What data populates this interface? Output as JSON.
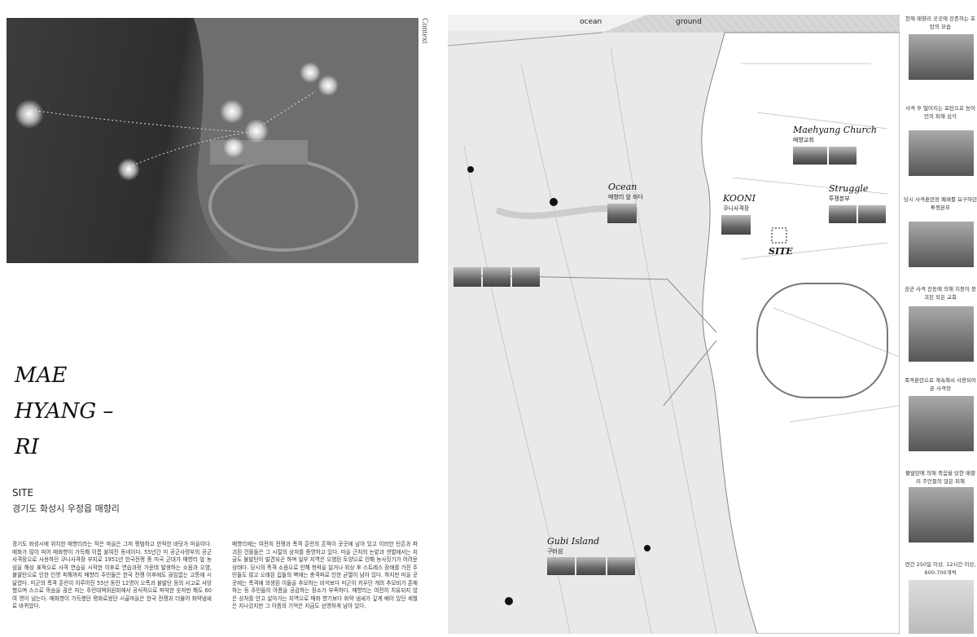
{
  "context_label": "Context",
  "title": {
    "line1": "MAE",
    "line2": "HYANG –",
    "line3": "RI"
  },
  "site": {
    "label": "SITE",
    "address": "경기도 화성시 우정읍 매향리"
  },
  "paragraphs": [
    "경기도 화성시에 위치한 매향리라는 작은 마을은 그저 평범하고 한적한 바닷가 마을이다. 매화가 많이 피어 매화향이 가득해 이름 붙여진 동네이다. 55년간 미 공군사령부의 공군사격장으로 사용하던 쿠니사격장 부지로 1951년 한국전쟁 중 미국 군대가 매향리 앞 농섬을 해상 표적으로 사격 연습을 시작한 이후로 연습과정 가운데 발생하는 소음과 오염, 불발탄으로 인한 인명 피해까지 매향리 주민들은 한국 전쟁 이후에도 끊임없는 고통에 시달렸다. 미군의 폭격 훈련이 이루어진 55년 동안 12명이 오폭과 불발탄 등의 사고로 사망했으며 스스로 목숨을 끊은 자는 주민대책위원회에서 공식적으로 파악한 숫자만 해도 60여 명이 넘는다. 매화향이 가득했던 평화로웠던 시골마을은 한국 전쟁과 더불어 화약냄새로 바뀌었다.",
    "매향리에는 여전히 전쟁과 폭격 훈련의 흔적이 곳곳에 남아 있고 이러한 탄흔과 파괴된 건물들은 그 시절의 상처를 증명하고 있다. 마을 근처의 논밭과 갯벌에서는 지금도 불발탄이 발견되곤 하며 일부 지역은 오염된 토양으로 인해 농사짓기가 어려운 상태다. 당시의 폭격 소음으로 인해 청력을 잃거나 외상 후 스트레스 장애를 가진 주민들도 많고 오래된 집들의 벽에는 충격파로 인한 균열이 남아 있다. 하지만 마을 곳곳에는 폭격에 희생된 이들을 추모하는 비석보다 미군이 키우던 개의 추모비가 존재하는 등 주민들의 아픔을 공감하는 장소가 부족하다. 매향리는 여전히 치유되지 않은 상처를 안고 살아가는 지역으로 매화 향기보다 화약 냄새가 깊게 배어 있던 세월은 지나갔지만 그 아픔의 기억은 지금도 선명하게 남아 있다."
  ],
  "map": {
    "section_ocean": "ocean",
    "section_ground": "ground",
    "places": [
      {
        "name": "Ocean",
        "sub": "매향리 앞 바다"
      },
      {
        "name": "KOONI",
        "sub": "쿠니사격장"
      },
      {
        "name": "Maehyang Church",
        "sub": "매향교회"
      },
      {
        "name": "Struggle",
        "sub": "투쟁본부"
      },
      {
        "name": "SITE",
        "sub": ""
      },
      {
        "name": "Gubi Island",
        "sub": "구비섬"
      }
    ]
  },
  "gallery": [
    "현재 매향리 곳곳에 잔존하는 포탄의 모습",
    "사격 후 떨어지는 포탄으로 농어민의 피해 심각",
    "당시 사격훈련장 폐쇄를 요구하던 투쟁본부",
    "공군 사격 진동에 의해 지붕이 붕괴된 작은 교회",
    "폭격훈련으로 계속해서 사용되어 온 사격장",
    "불발탄에 의해 죽음을 당한 매향리 주민들의 많은 피해",
    "연간 250일 이상, 12시간 이상, 600-700개씩"
  ]
}
